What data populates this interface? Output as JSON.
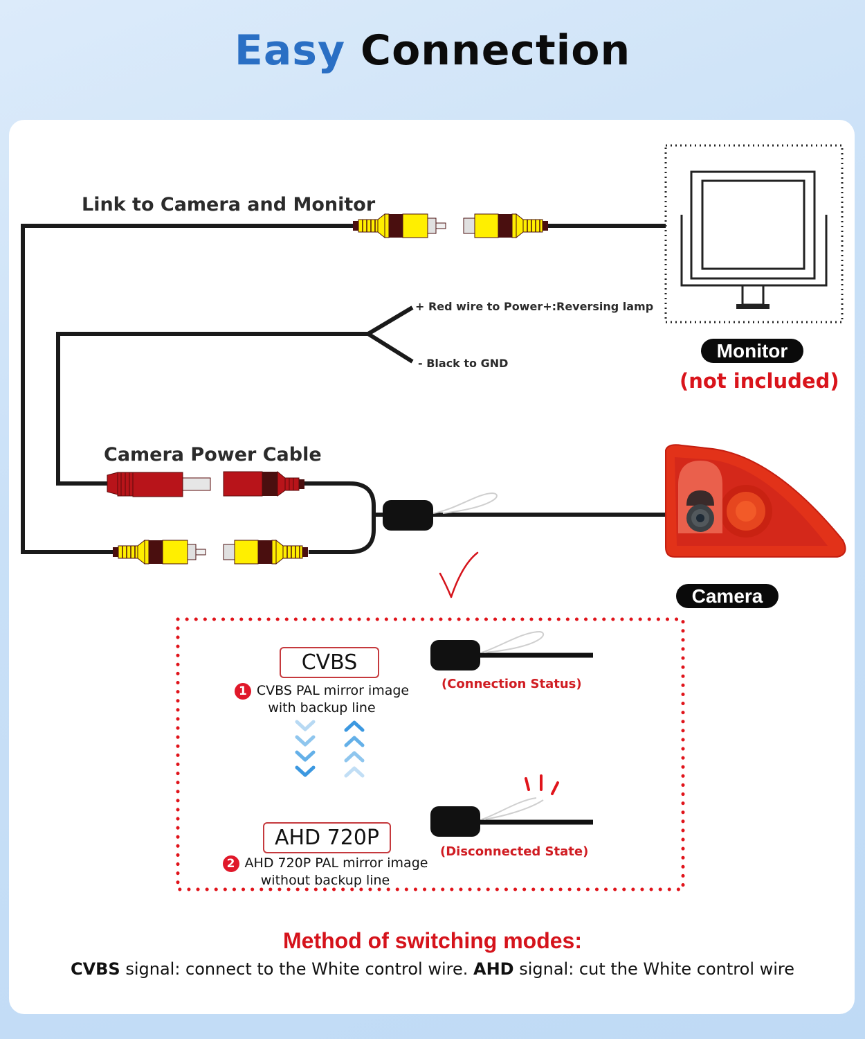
{
  "title": {
    "part1": "Easy",
    "part2": "Connection",
    "part1_color": "#2a6fc4"
  },
  "labels": {
    "link_cable": "Link to Camera and Monitor",
    "power_cable": "Camera Power Cable",
    "red_wire": "+ Red wire to Power+:Reversing lamp",
    "black_wire": "- Black to GND"
  },
  "monitor": {
    "badge": "Monitor",
    "note": "(not included)"
  },
  "camera": {
    "badge": "Camera"
  },
  "modes": [
    {
      "number": "1",
      "name": "CVBS",
      "desc_line1": "CVBS PAL mirror image",
      "desc_line2": "with backup line",
      "status": "(Connection Status)"
    },
    {
      "number": "2",
      "name": "AHD 720P",
      "desc_line1": "AHD 720P PAL mirror image",
      "desc_line2": "without backup line",
      "status": "(Disconnected State)"
    }
  ],
  "method": {
    "title": "Method of switching modes:",
    "cvbs_bold": "CVBS",
    "cvbs_text": " signal: connect to the White control wire. ",
    "ahd_bold": "AHD",
    "ahd_text": " signal: cut the White control wire"
  },
  "colors": {
    "accent_red": "#d5131b",
    "rca_yellow": "#ffef00",
    "rca_band": "#4a0f0f",
    "power_red": "#b8141a",
    "camera_red": "#e8321e"
  }
}
